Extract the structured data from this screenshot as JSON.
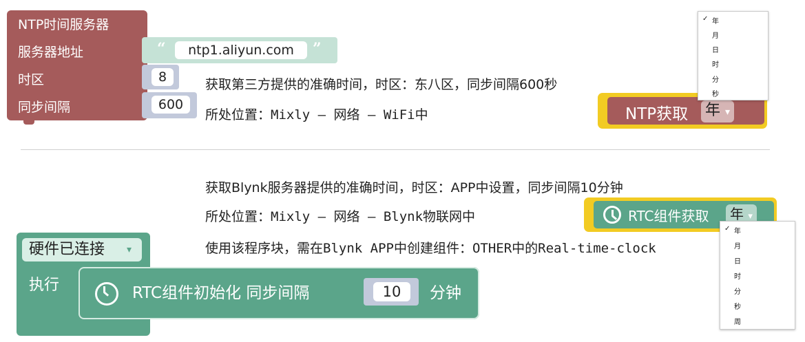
{
  "ntp_block": {
    "title": "NTP时间服务器",
    "server_label": "服务器地址",
    "timezone_label": "时区",
    "interval_label": "同步间隔",
    "server_value": "ntp1.aliyun.com",
    "timezone_value": "8",
    "interval_value": "600",
    "quote_open": "“",
    "quote_close": "”"
  },
  "ntp_desc": {
    "line1": "获取第三方提供的准确时间，时区：东八区，同步间隔600秒",
    "line2": "所处位置：Mixly – 网络 – WiFi中"
  },
  "ntp_get_block": {
    "label": "NTP获取",
    "dropdown_value": "年",
    "dropdown_arrow": "▾"
  },
  "ntp_menu": {
    "checked_index": 0,
    "check_mark": "✓",
    "items": [
      "年",
      "月",
      "日",
      "时",
      "分",
      "秒"
    ]
  },
  "blynk_desc": {
    "line1": "获取Blynk服务器提供的准确时间，时区：APP中设置，同步间隔10分钟",
    "line2": "所处位置：Mixly – 网络 – Blynk物联网中",
    "line3": "使用该程序块，需在Blynk APP中创建组件：OTHER中的Real-time-clock"
  },
  "rtc_get_block": {
    "label": "RTC组件获取",
    "dropdown_value": "年",
    "dropdown_arrow": "▾",
    "icon": "clock-icon"
  },
  "rtc_menu": {
    "checked_index": 0,
    "check_mark": "✓",
    "items": [
      "年",
      "月",
      "日",
      "时",
      "分",
      "秒",
      "周"
    ]
  },
  "connected_block": {
    "dropdown_value": "硬件已连接",
    "dropdown_arrow": "▾",
    "exec_label": "执行"
  },
  "rtc_init_block": {
    "label": "RTC组件初始化 同步间隔",
    "interval_value": "10",
    "unit_label": "分钟",
    "icon": "clock-icon"
  },
  "colors": {
    "ntp_block": "#a55b5b",
    "string_block": "#c5e2d6",
    "number_block": "#c2c9db",
    "blynk_block": "#5ba58a",
    "highlight_outline": "#f2cb23"
  }
}
